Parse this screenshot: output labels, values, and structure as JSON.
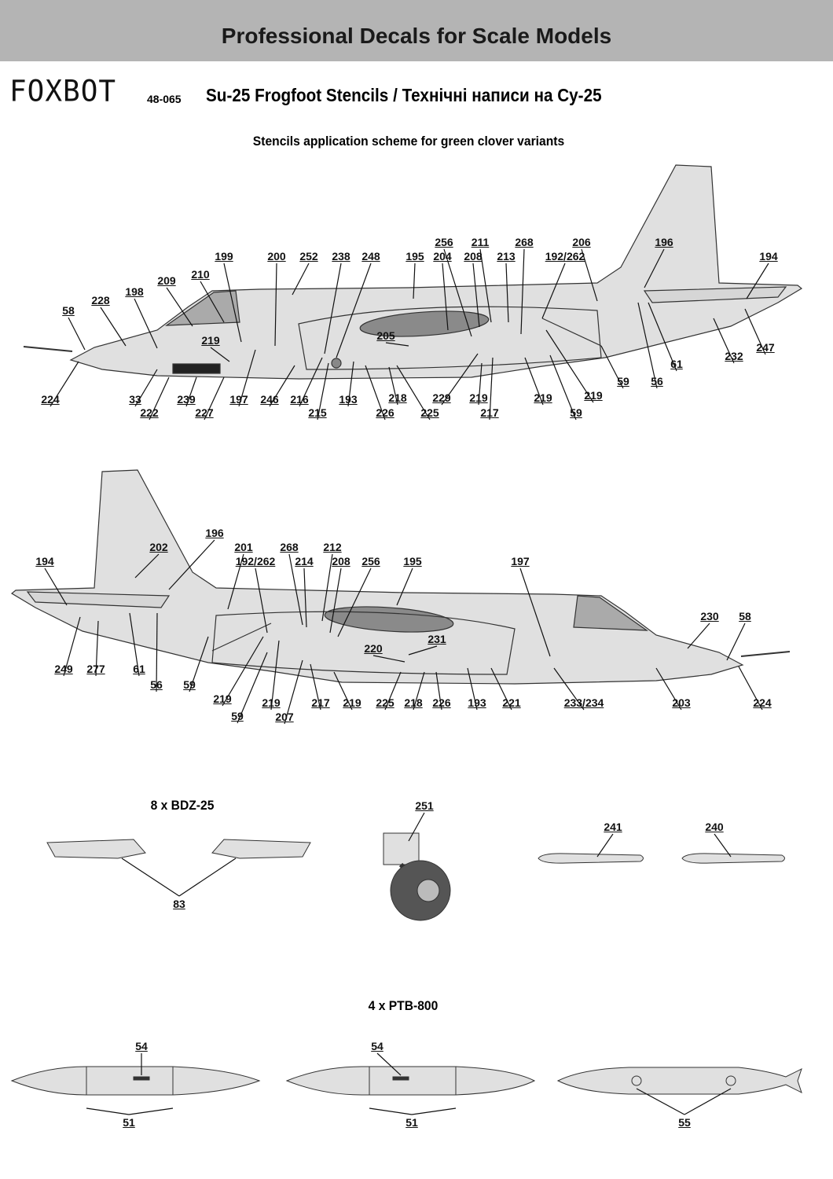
{
  "header": {
    "title": "Professional Decals for Scale Models"
  },
  "brand": {
    "logo": "FOXBOT",
    "code": "48-065"
  },
  "title": "Su-25 Frogfoot Stencils  / Технічні написи на Су-25",
  "subtitle": "Stencils application scheme for green clover variants",
  "aircraft_left_side": {
    "labels": [
      "58",
      "228",
      "198",
      "209",
      "210",
      "199",
      "200",
      "252",
      "238",
      "248",
      "195",
      "204",
      "256",
      "208",
      "211",
      "213",
      "268",
      "192/262",
      "206",
      "196",
      "194",
      "219",
      "205",
      "224",
      "33",
      "222",
      "239",
      "227",
      "197",
      "246",
      "216",
      "215",
      "193",
      "218",
      "226",
      "225",
      "229",
      "219",
      "217",
      "219",
      "219",
      "59",
      "59",
      "56",
      "61",
      "232",
      "247"
    ]
  },
  "aircraft_right_side": {
    "labels": [
      "196",
      "201",
      "202",
      "194",
      "192/262",
      "268",
      "214",
      "212",
      "208",
      "256",
      "195",
      "197",
      "230",
      "58",
      "231",
      "220",
      "249",
      "277",
      "61",
      "56",
      "59",
      "219",
      "219",
      "59",
      "207",
      "217",
      "219",
      "225",
      "218",
      "226",
      "193",
      "221",
      "233/234",
      "203",
      "224"
    ]
  },
  "stores": {
    "bdz_caption": "8 x BDZ-25",
    "bdz_label": "83",
    "wheel_label": "251",
    "missile_labels": [
      "241",
      "240"
    ],
    "ptb_caption": "4 x PTB-800",
    "ptb_labels": [
      "54",
      "54",
      "51",
      "51",
      "55"
    ]
  },
  "colors": {
    "header": "#b4b4b4",
    "airframe": "#e0e0e0",
    "outline": "#333333",
    "dark_panel": "#8a8a8a"
  }
}
